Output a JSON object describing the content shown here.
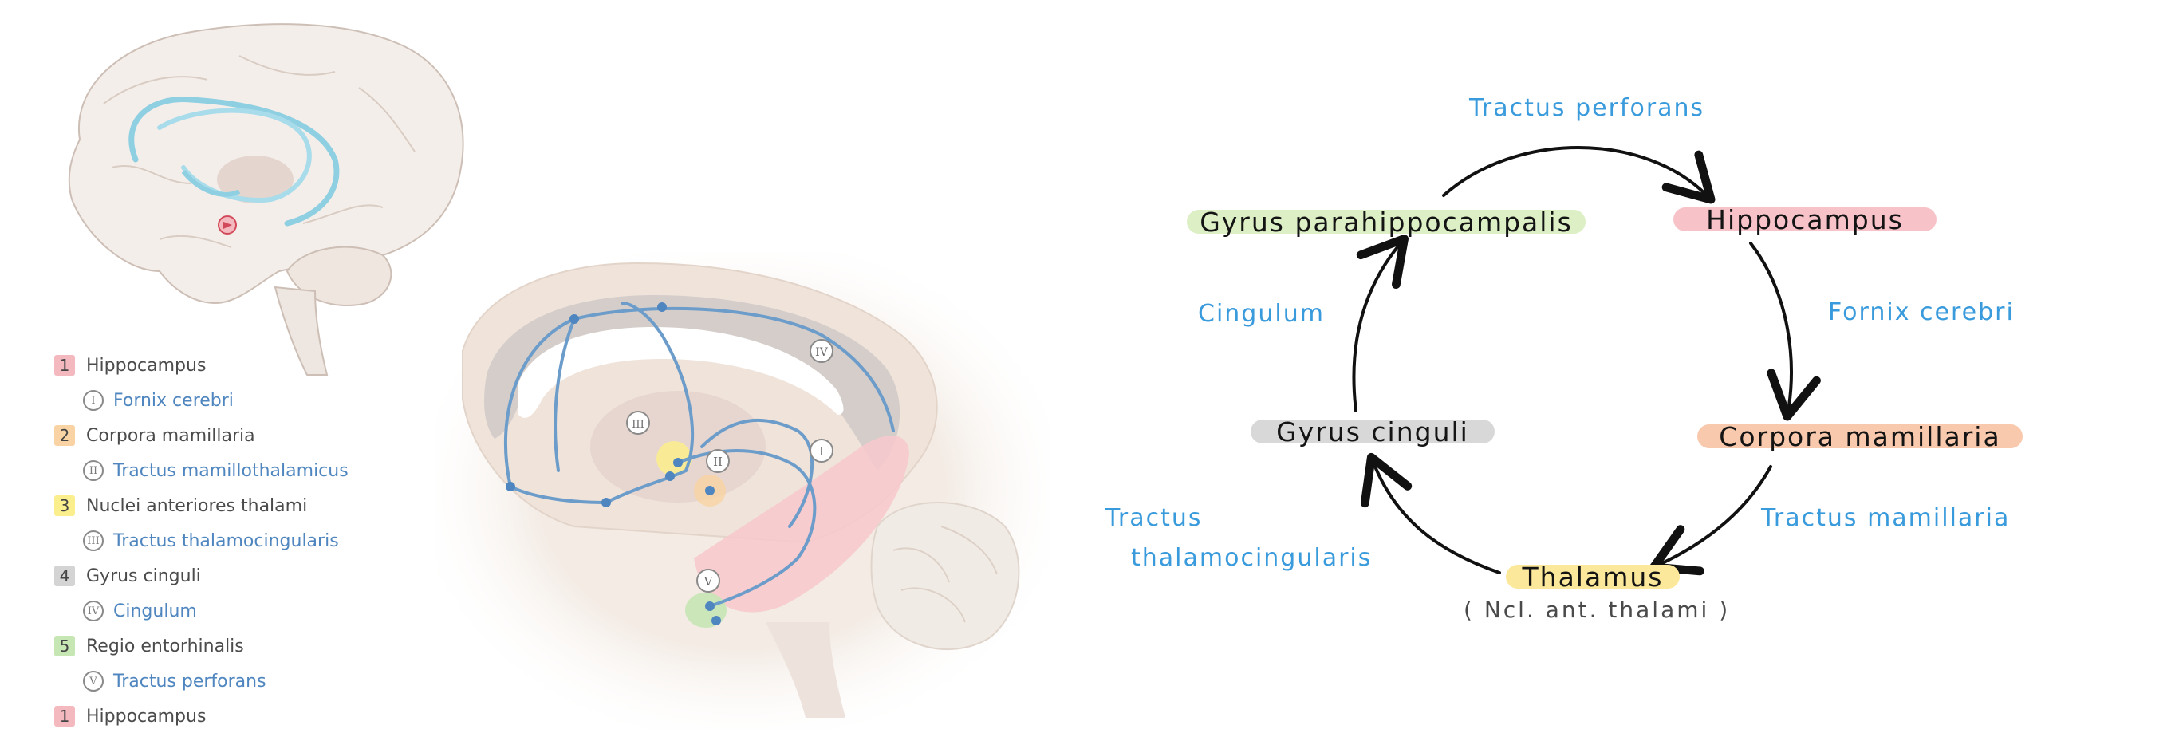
{
  "legend": [
    {
      "kind": "number",
      "marker": "1",
      "label": "Hippocampus",
      "color": "#f4b9bf"
    },
    {
      "kind": "roman",
      "marker": "I",
      "label": "Fornix cerebri"
    },
    {
      "kind": "number",
      "marker": "2",
      "label": "Corpora mamillaria",
      "color": "#f9d3a3"
    },
    {
      "kind": "roman",
      "marker": "II",
      "label": "Tractus mamillothalamicus"
    },
    {
      "kind": "number",
      "marker": "3",
      "label": "Nuclei anteriores thalami",
      "color": "#fbee8c"
    },
    {
      "kind": "roman",
      "marker": "III",
      "label": "Tractus thalamocingularis"
    },
    {
      "kind": "number",
      "marker": "4",
      "label": "Gyrus cinguli",
      "color": "#d4d4d4"
    },
    {
      "kind": "roman",
      "marker": "IV",
      "label": "Cingulum"
    },
    {
      "kind": "number",
      "marker": "5",
      "label": "Regio entorhinalis",
      "color": "#c6e6b4"
    },
    {
      "kind": "roman",
      "marker": "V",
      "label": "Tractus perforans"
    },
    {
      "kind": "number",
      "marker": "1",
      "label": "Hippocampus",
      "color": "#f4b9bf"
    }
  ],
  "illustration": {
    "markers": [
      "I",
      "II",
      "III",
      "IV",
      "V"
    ]
  },
  "cycle": {
    "nodes": {
      "gyrus_parahippocampalis": {
        "label": "Gyrus parahippocampalis",
        "color": "#dcefc5"
      },
      "hippocampus": {
        "label": "Hippocampus",
        "color": "#f7c3c9"
      },
      "corpora_mamillaria": {
        "label": "Corpora mamillaria",
        "color": "#f8c9ad"
      },
      "thalamus": {
        "label": "Thalamus",
        "color": "#fbe89a",
        "sublabel": "( Ncl. ant. thalami )"
      },
      "gyrus_cinguli": {
        "label": "Gyrus cinguli",
        "color": "#d8d8d8"
      }
    },
    "tracts": {
      "perforans": "Tractus perforans",
      "fornix": "Fornix cerebri",
      "mamillaria": "Tractus mamillaria",
      "thalamocingularis_line1": "Tractus",
      "thalamocingularis_line2": "thalamocingularis",
      "cingulum": "Cingulum"
    },
    "tract_color": "#3a9bdc"
  }
}
